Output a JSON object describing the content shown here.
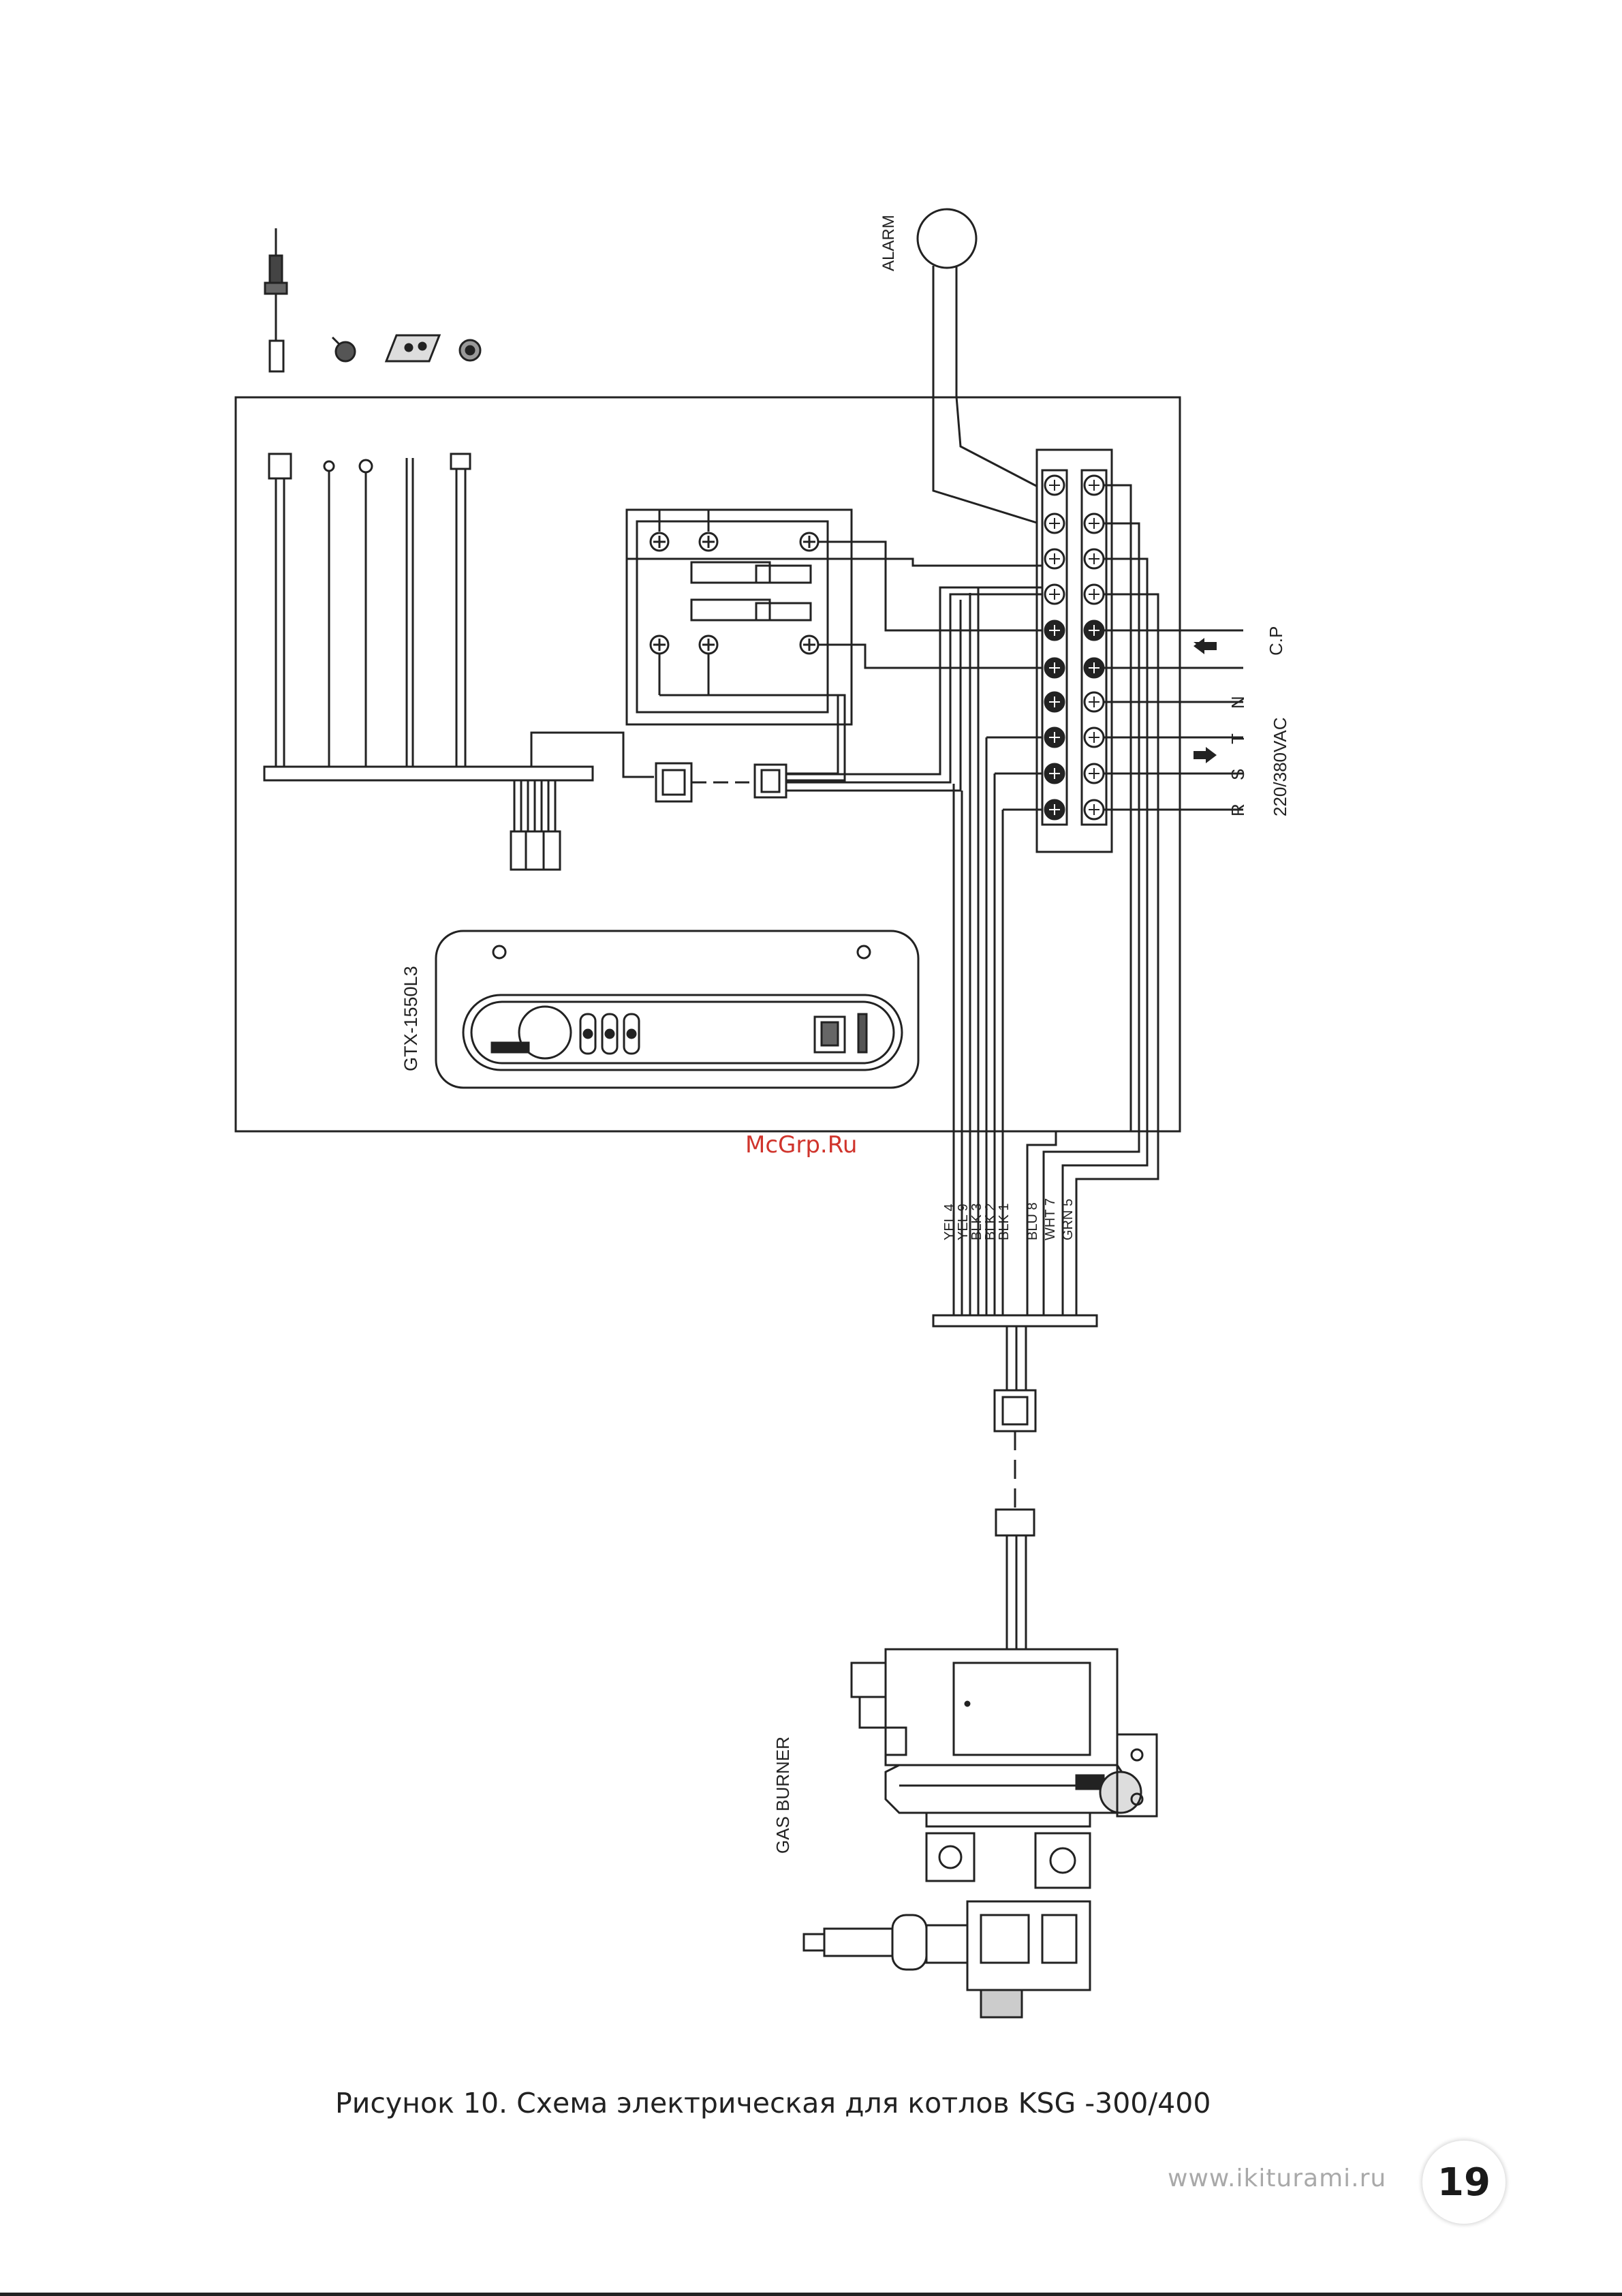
{
  "diagram": {
    "alarm_label": "ALARM",
    "controller_label": "GTX-1550L3",
    "burner_label": "GAS BURNER",
    "cp_label": "C.P",
    "n_label": "N",
    "t_label": "T",
    "s_label": "S",
    "r_label": "R",
    "voltage_label": "220/380VAC",
    "wire_labels": [
      "YEL 4",
      "YEL 9",
      "BLK 3",
      "BLK 2",
      "BLK 1",
      "BLU 8",
      "WHT 7",
      "GRN 5"
    ]
  },
  "watermark": "McGrp.Ru",
  "caption": "Рисунок 10.  Схема электрическая для котлов  KSG -300/400",
  "footer": {
    "site": "www.ikiturami.ru",
    "page_number": "19"
  }
}
